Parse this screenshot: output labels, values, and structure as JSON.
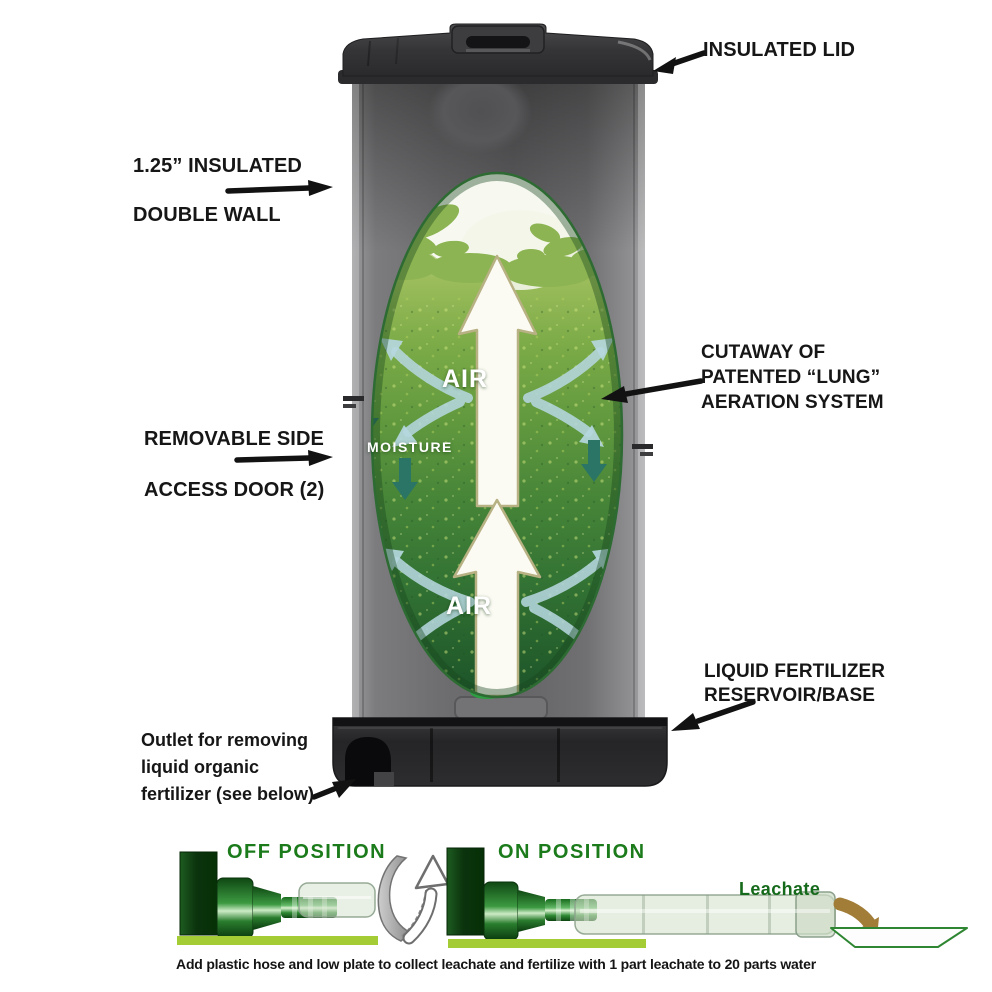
{
  "title": "Insulated composter cutaway diagram",
  "callouts": {
    "insulated_lid": "INSULATED LID",
    "double_wall": [
      "1.25” INSULATED",
      "DOUBLE WALL"
    ],
    "access_door": [
      "REMOVABLE SIDE",
      "ACCESS DOOR (2)"
    ],
    "cutaway": [
      "CUTAWAY OF",
      "PATENTED “LUNG”",
      "AERATION SYSTEM"
    ],
    "reservoir": [
      "LIQUID FERTILIZER",
      "RESERVOIR/BASE"
    ],
    "outlet": [
      "Outlet for removing",
      "liquid organic",
      "fertilizer (see below)"
    ]
  },
  "cutaway_labels": {
    "air_top": "AIR",
    "moisture": "MOISTURE",
    "air_bottom": "AIR"
  },
  "valve_diagram": {
    "off_title": "OFF POSITION",
    "on_title": "ON POSITION",
    "leachate_label": "Leachate",
    "caption": "Add plastic hose and low plate to collect leachate and fertilize with 1 part leachate to 20 parts water"
  },
  "colors": {
    "title_green": "#1b7b1b",
    "leachate_green": "#15691a",
    "ground_bar_green": "#a4cd35",
    "compost_green_mid": "#60983e",
    "compost_green_dark": "#1c532a",
    "leaf_green": "#8cb452",
    "air_arrow_blue": "#b5d7de",
    "moisture_teal": "#2a7565",
    "leachate_arrow_brown": "#a27d38",
    "body_gray": "#6f6f71",
    "lid_gray": "#323234",
    "base_gray": "#28282a",
    "callout_black": "#161616"
  }
}
